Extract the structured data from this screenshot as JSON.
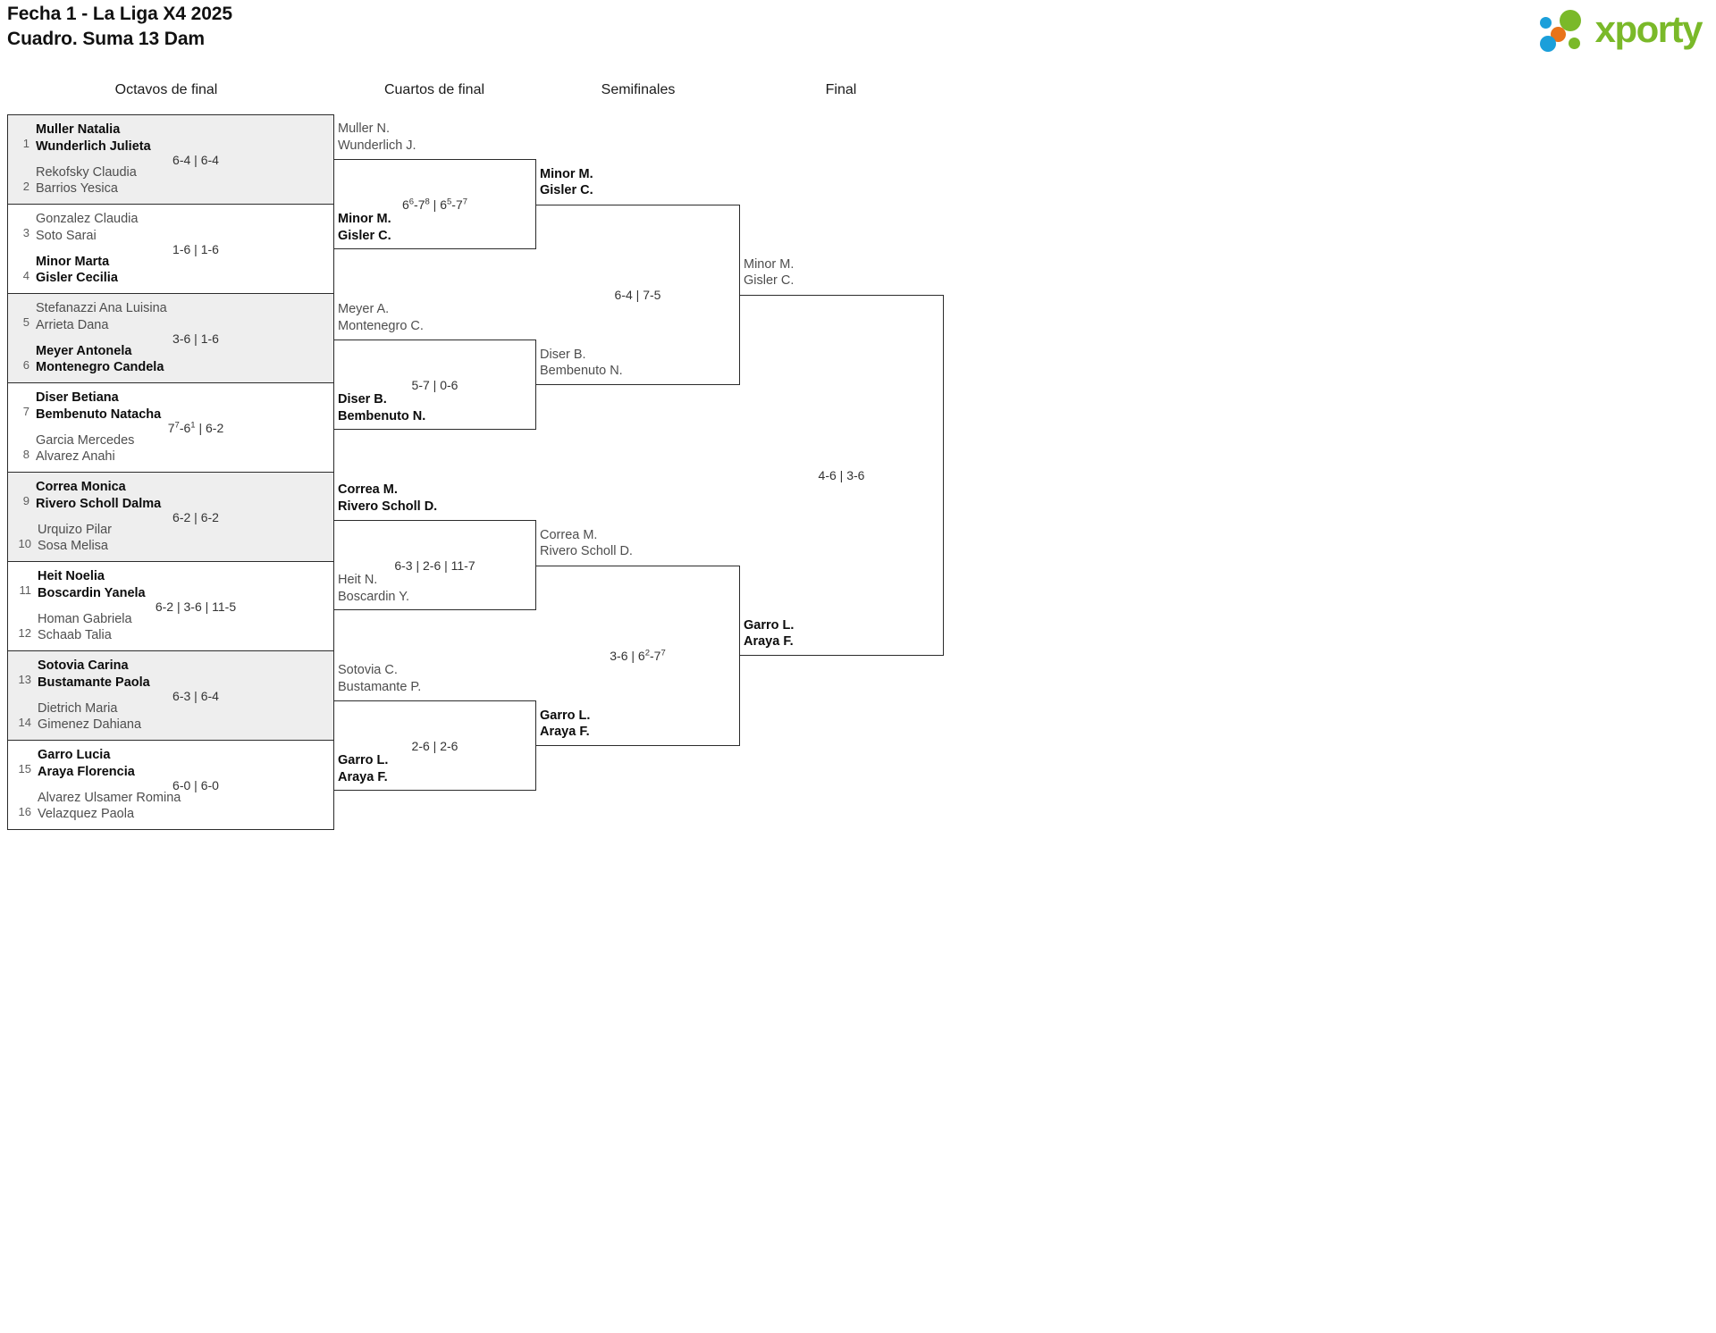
{
  "header": {
    "title_line1": "Fecha 1 - La Liga X4 2025",
    "title_line2": "Cuadro. Suma 13 Dam",
    "logo_text": "xporty",
    "logo_colors": {
      "blue": "#1b9fda",
      "orange": "#e8731a",
      "green": "#7ab929"
    }
  },
  "rounds": [
    {
      "label": "Octavos de final"
    },
    {
      "label": "Cuartos de final"
    },
    {
      "label": "Semifinales"
    },
    {
      "label": "Final"
    }
  ],
  "round1": [
    {
      "shaded": true,
      "top": {
        "seed": "1",
        "line1": "Muller Natalia",
        "line2": "Wunderlich Julieta",
        "winner": true
      },
      "bottom": {
        "seed": "2",
        "line1": "Rekofsky Claudia",
        "line2": "Barrios Yesica",
        "winner": false
      },
      "score": "6-4 | 6-4"
    },
    {
      "shaded": false,
      "top": {
        "seed": "3",
        "line1": "Gonzalez Claudia",
        "line2": "Soto Sarai",
        "winner": false
      },
      "bottom": {
        "seed": "4",
        "line1": "Minor Marta",
        "line2": "Gisler Cecilia",
        "winner": true
      },
      "score": "1-6 | 1-6"
    },
    {
      "shaded": true,
      "top": {
        "seed": "5",
        "line1": "Stefanazzi Ana Luisina",
        "line2": "Arrieta Dana",
        "winner": false
      },
      "bottom": {
        "seed": "6",
        "line1": "Meyer Antonela",
        "line2": "Montenegro Candela",
        "winner": true
      },
      "score": "3-6 | 1-6"
    },
    {
      "shaded": false,
      "top": {
        "seed": "7",
        "line1": "Diser Betiana",
        "line2": "Bembenuto Natacha",
        "winner": true
      },
      "bottom": {
        "seed": "8",
        "line1": "Garcia Mercedes",
        "line2": "Alvarez Anahi",
        "winner": false
      },
      "score_html": "7<sup>7</sup>-6<sup>1</sup> | 6-2",
      "score": "7(7)-6(1) | 6-2"
    },
    {
      "shaded": true,
      "top": {
        "seed": "9",
        "line1": "Correa Monica",
        "line2": "Rivero Scholl Dalma",
        "winner": true
      },
      "bottom": {
        "seed": "10",
        "line1": "Urquizo Pilar",
        "line2": "Sosa Melisa",
        "winner": false
      },
      "score": "6-2 | 6-2"
    },
    {
      "shaded": false,
      "top": {
        "seed": "11",
        "line1": "Heit Noelia",
        "line2": "Boscardin Yanela",
        "winner": true
      },
      "bottom": {
        "seed": "12",
        "line1": "Homan Gabriela",
        "line2": "Schaab Talia",
        "winner": false
      },
      "score": "6-2 | 3-6 | 11-5"
    },
    {
      "shaded": true,
      "top": {
        "seed": "13",
        "line1": "Sotovia Carina",
        "line2": "Bustamante Paola",
        "winner": true
      },
      "bottom": {
        "seed": "14",
        "line1": "Dietrich Maria",
        "line2": "Gimenez Dahiana",
        "winner": false
      },
      "score": "6-3 | 6-4"
    },
    {
      "shaded": false,
      "top": {
        "seed": "15",
        "line1": "Garro Lucia",
        "line2": "Araya Florencia",
        "winner": true
      },
      "bottom": {
        "seed": "16",
        "line1": "Alvarez Ulsamer Romina",
        "line2": "Velazquez Paola",
        "winner": false
      },
      "score": "6-0 | 6-0"
    }
  ],
  "round2": [
    {
      "top": {
        "line1": "Muller N.",
        "line2": "Wunderlich J.",
        "winner": false
      },
      "bottom": {
        "line1": "Minor M.",
        "line2": "Gisler C.",
        "winner": true
      },
      "score_html": "6<sup>6</sup>-7<sup>8</sup> | 6<sup>5</sup>-7<sup>7</sup>",
      "score": "6(6)-7(8) | 6(5)-7(7)"
    },
    {
      "top": {
        "line1": "Meyer A.",
        "line2": "Montenegro C.",
        "winner": false
      },
      "bottom": {
        "line1": "Diser B.",
        "line2": "Bembenuto N.",
        "winner": true
      },
      "score": "5-7 | 0-6"
    },
    {
      "top": {
        "line1": "Correa M.",
        "line2": "Rivero Scholl D.",
        "winner": true
      },
      "bottom": {
        "line1": "Heit N.",
        "line2": "Boscardin Y.",
        "winner": false
      },
      "score": "6-3 | 2-6 | 11-7"
    },
    {
      "top": {
        "line1": "Sotovia C.",
        "line2": "Bustamante P.",
        "winner": false
      },
      "bottom": {
        "line1": "Garro L.",
        "line2": "Araya F.",
        "winner": true
      },
      "score": "2-6 | 2-6"
    }
  ],
  "round3": [
    {
      "top": {
        "line1": "Minor M.",
        "line2": "Gisler C.",
        "winner": true
      },
      "bottom": {
        "line1": "Diser B.",
        "line2": "Bembenuto N.",
        "winner": false
      },
      "score": "6-4 | 7-5"
    },
    {
      "top": {
        "line1": "Correa M.",
        "line2": "Rivero Scholl D.",
        "winner": false
      },
      "bottom": {
        "line1": "Garro L.",
        "line2": "Araya F.",
        "winner": true
      },
      "score_html": "3-6 | 6<sup>2</sup>-7<sup>7</sup>",
      "score": "3-6 | 6(2)-7(7)"
    }
  ],
  "round4": [
    {
      "top": {
        "line1": "Minor M.",
        "line2": "Gisler C.",
        "winner": false
      },
      "bottom": {
        "line1": "Garro L.",
        "line2": "Araya F.",
        "winner": true
      },
      "score": "4-6 | 3-6"
    }
  ]
}
